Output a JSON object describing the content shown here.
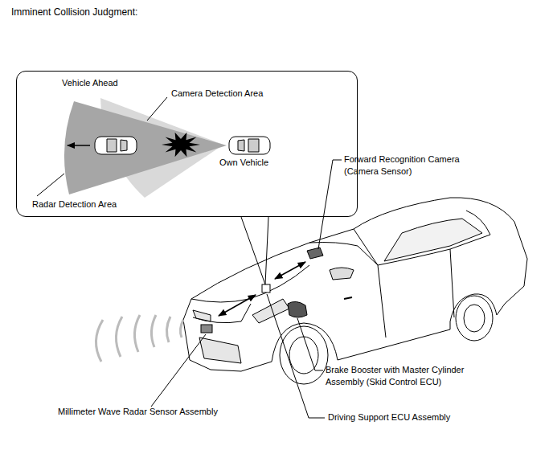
{
  "diagram": {
    "title": "Imminent Collision Judgment:",
    "nodes": [
      {
        "text": [
          "Vehicle Ahead",
          "Camera Detection Area",
          "Own Vehicle",
          "Radar Detection Area"
        ]
      }
    ],
    "labels": [
      "Forward Recognition Camera (Camera Sensor)",
      "Brake Booster with Master Cylinder Assembly (Skid Control ECU)",
      "Millimeter Wave Radar Sensor Assembly",
      "Driving Support ECU Assembly"
    ]
  }
}
